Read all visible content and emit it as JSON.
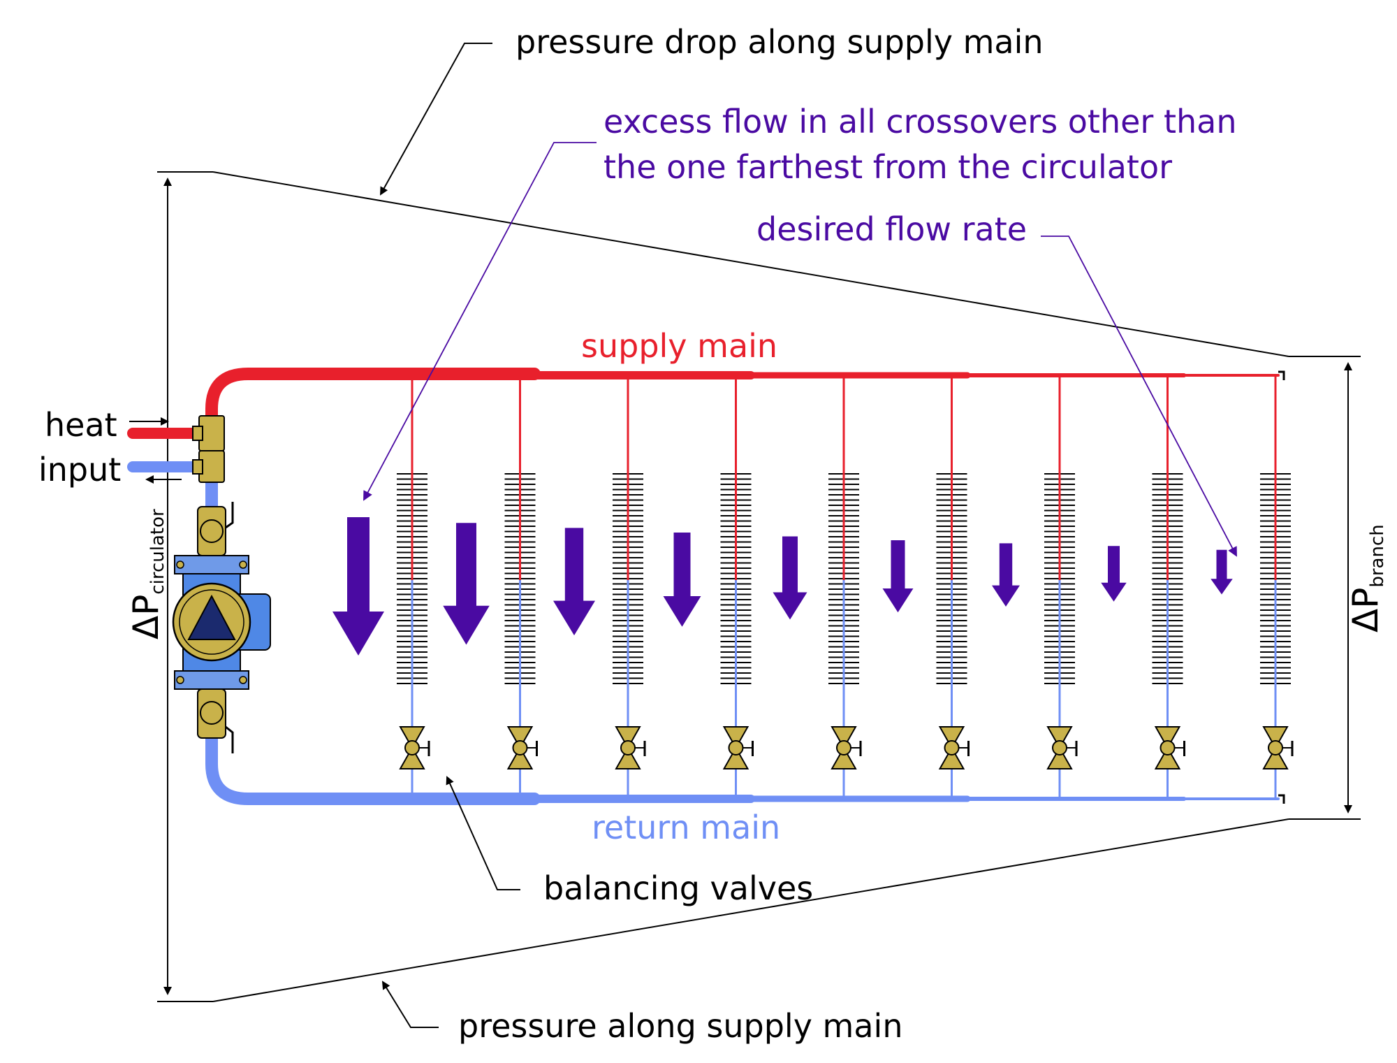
{
  "labels": {
    "pressure_drop_supply": "pressure drop along supply main",
    "excess_flow_line1": "excess flow in all crossovers other than",
    "excess_flow_line2": "the one farthest from the circulator",
    "desired_flow": "desired flow rate",
    "supply_main": "supply main",
    "return_main": "return main",
    "heat": "heat",
    "input": "input",
    "balancing_valves": "balancing valves",
    "pressure_along_supply": "pressure along supply main",
    "dp_symbol": "ΔP",
    "dp_circulator_sub": "circulator",
    "dp_branch_sub": "branch"
  },
  "colors": {
    "supply": "#e8202c",
    "return": "#6f8ff5",
    "flow_arrow": "#4a0aa2",
    "annotation_purple": "#4a0aa2",
    "brass": "#c9b24a",
    "pump_blue": "#4f88e6",
    "pump_triangle": "#1b2a6e",
    "text": "#000000"
  },
  "icons": {
    "circulator": "circulator-pump-icon",
    "valve": "balancing-valve-icon",
    "radiator": "fin-tube-baseboard-icon",
    "flow": "down-arrow-icon"
  },
  "crossovers": [
    {
      "flow": 1.0,
      "has_valve": true
    },
    {
      "flow": 0.85,
      "has_valve": true
    },
    {
      "flow": 0.72,
      "has_valve": true
    },
    {
      "flow": 0.6,
      "has_valve": true
    },
    {
      "flow": 0.5,
      "has_valve": true
    },
    {
      "flow": 0.4,
      "has_valve": true
    },
    {
      "flow": 0.32,
      "has_valve": true
    },
    {
      "flow": 0.25,
      "has_valve": true
    },
    {
      "flow": 0.15,
      "has_valve": true
    }
  ]
}
